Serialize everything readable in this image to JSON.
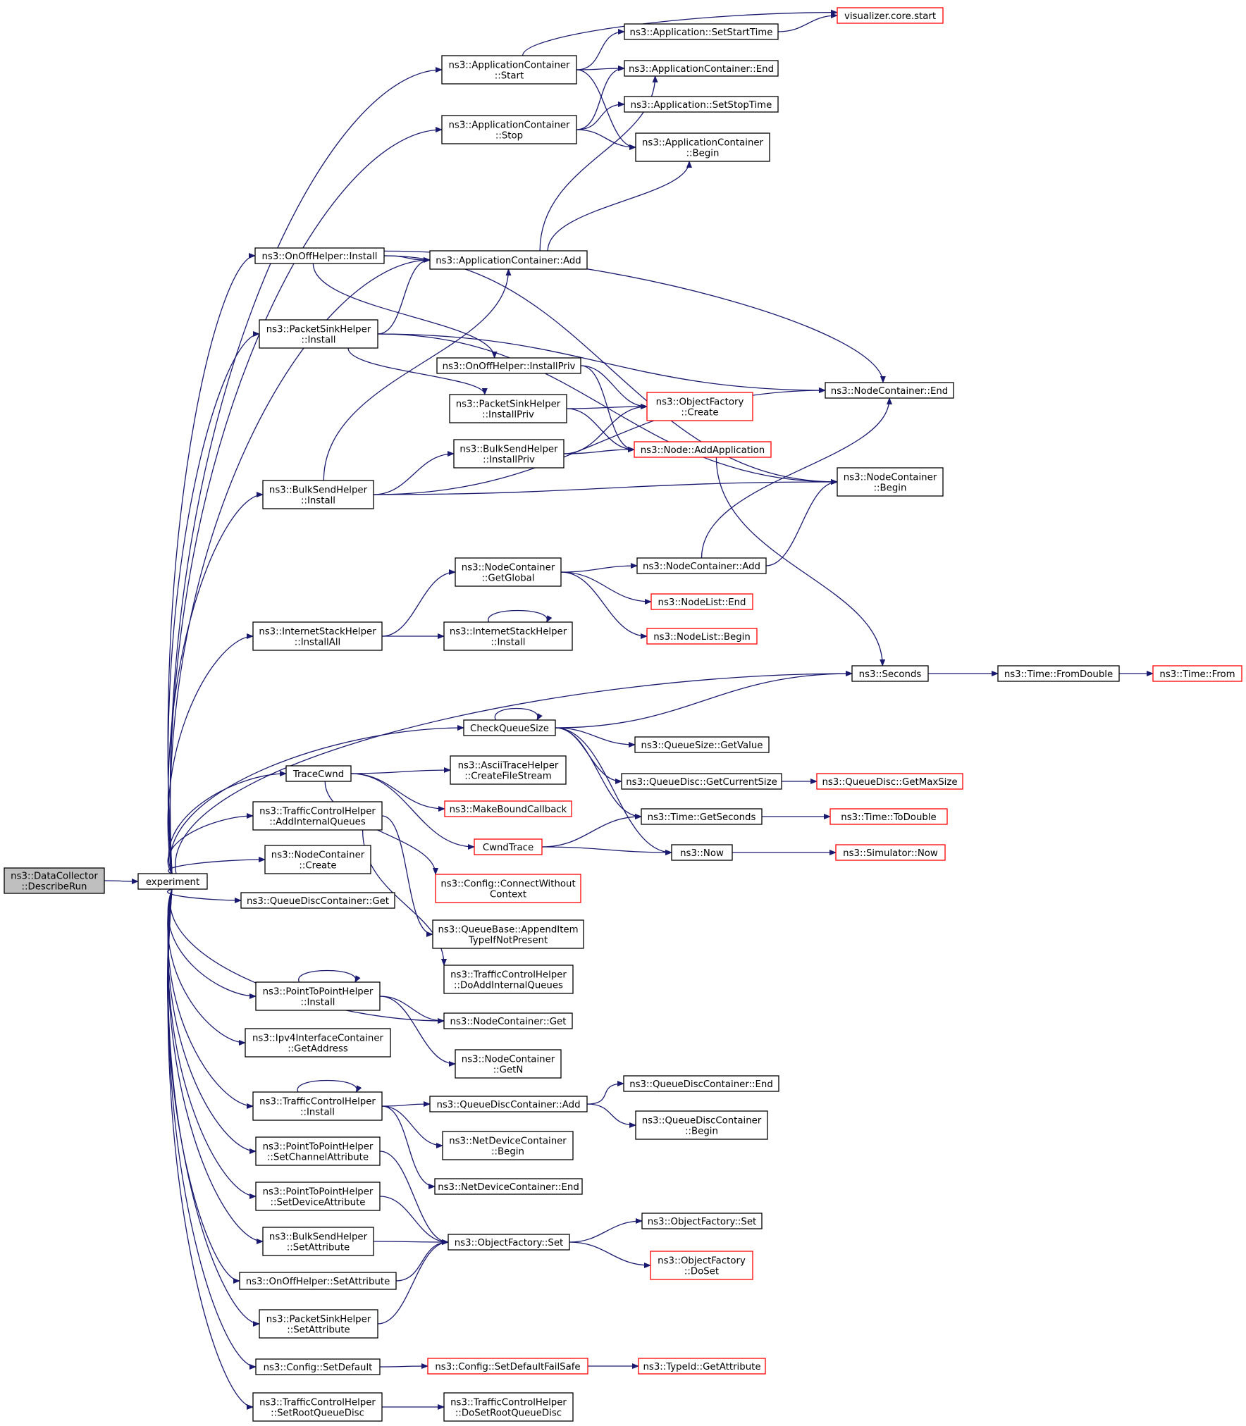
{
  "graph": {
    "nodes": [
      {
        "id": "describe",
        "lines": [
          "ns3::DataCollector",
          "::DescribeRun"
        ],
        "style": "current"
      },
      {
        "id": "experiment",
        "lines": [
          "experiment"
        ],
        "style": "normal"
      },
      {
        "id": "appc_start",
        "lines": [
          "ns3::ApplicationContainer",
          "::Start"
        ],
        "style": "normal"
      },
      {
        "id": "appc_stop",
        "lines": [
          "ns3::ApplicationContainer",
          "::Stop"
        ],
        "style": "normal"
      },
      {
        "id": "onoff_install",
        "lines": [
          "ns3::OnOffHelper::Install"
        ],
        "style": "normal"
      },
      {
        "id": "appc_add",
        "lines": [
          "ns3::ApplicationContainer::Add"
        ],
        "style": "normal"
      },
      {
        "id": "sink_install",
        "lines": [
          "ns3::PacketSinkHelper",
          "::Install"
        ],
        "style": "normal"
      },
      {
        "id": "onoff_installpriv",
        "lines": [
          "ns3::OnOffHelper::InstallPriv"
        ],
        "style": "normal"
      },
      {
        "id": "sink_installpriv",
        "lines": [
          "ns3::PacketSinkHelper",
          "::InstallPriv"
        ],
        "style": "normal"
      },
      {
        "id": "bulk_installpriv",
        "lines": [
          "ns3::BulkSendHelper",
          "::InstallPriv"
        ],
        "style": "normal"
      },
      {
        "id": "bulk_install",
        "lines": [
          "ns3::BulkSendHelper",
          "::Install"
        ],
        "style": "normal"
      },
      {
        "id": "nc_getglobal",
        "lines": [
          "ns3::NodeContainer",
          "::GetGlobal"
        ],
        "style": "normal"
      },
      {
        "id": "inet_installall",
        "lines": [
          "ns3::InternetStackHelper",
          "::InstallAll"
        ],
        "style": "normal"
      },
      {
        "id": "inet_install",
        "lines": [
          "ns3::InternetStackHelper",
          "::Install"
        ],
        "style": "normal"
      },
      {
        "id": "checkqueue",
        "lines": [
          "CheckQueueSize"
        ],
        "style": "normal"
      },
      {
        "id": "tracecwnd",
        "lines": [
          "TraceCwnd"
        ],
        "style": "normal"
      },
      {
        "id": "tch_addinternal",
        "lines": [
          "ns3::TrafficControlHelper",
          "::AddInternalQueues"
        ],
        "style": "normal"
      },
      {
        "id": "nc_create",
        "lines": [
          "ns3::NodeContainer",
          "::Create"
        ],
        "style": "normal"
      },
      {
        "id": "qdc_get",
        "lines": [
          "ns3::QueueDiscContainer::Get"
        ],
        "style": "normal"
      },
      {
        "id": "p2p_install",
        "lines": [
          "ns3::PointToPointHelper",
          "::Install"
        ],
        "style": "normal"
      },
      {
        "id": "ipv4_getaddr",
        "lines": [
          "ns3::Ipv4InterfaceContainer",
          "::GetAddress"
        ],
        "style": "normal"
      },
      {
        "id": "tch_install",
        "lines": [
          "ns3::TrafficControlHelper",
          "::Install"
        ],
        "style": "normal"
      },
      {
        "id": "p2p_setchan",
        "lines": [
          "ns3::PointToPointHelper",
          "::SetChannelAttribute"
        ],
        "style": "normal"
      },
      {
        "id": "p2p_setdev",
        "lines": [
          "ns3::PointToPointHelper",
          "::SetDeviceAttribute"
        ],
        "style": "normal"
      },
      {
        "id": "bulk_setattr",
        "lines": [
          "ns3::BulkSendHelper",
          "::SetAttribute"
        ],
        "style": "normal"
      },
      {
        "id": "onoff_setattr",
        "lines": [
          "ns3::OnOffHelper::SetAttribute"
        ],
        "style": "normal"
      },
      {
        "id": "sink_setattr",
        "lines": [
          "ns3::PacketSinkHelper",
          "::SetAttribute"
        ],
        "style": "normal"
      },
      {
        "id": "cfg_setdefault",
        "lines": [
          "ns3::Config::SetDefault"
        ],
        "style": "normal"
      },
      {
        "id": "tch_setroot",
        "lines": [
          "ns3::TrafficControlHelper",
          "::SetRootQueueDisc"
        ],
        "style": "normal"
      },
      {
        "id": "ascii_create",
        "lines": [
          "ns3::AsciiTraceHelper",
          "::CreateFileStream"
        ],
        "style": "normal"
      },
      {
        "id": "makebound",
        "lines": [
          "ns3::MakeBoundCallback"
        ],
        "style": "truncated"
      },
      {
        "id": "cwndtrace",
        "lines": [
          "CwndTrace"
        ],
        "style": "truncated"
      },
      {
        "id": "cfg_connect",
        "lines": [
          "ns3::Config::ConnectWithout",
          "Context"
        ],
        "style": "truncated"
      },
      {
        "id": "qb_append",
        "lines": [
          "ns3::QueueBase::AppendItem",
          "TypeIfNotPresent"
        ],
        "style": "normal"
      },
      {
        "id": "tch_doadd",
        "lines": [
          "ns3::TrafficControlHelper",
          "::DoAddInternalQueues"
        ],
        "style": "normal"
      },
      {
        "id": "nc_get",
        "lines": [
          "ns3::NodeContainer::Get"
        ],
        "style": "normal"
      },
      {
        "id": "nc_getn",
        "lines": [
          "ns3::NodeContainer",
          "::GetN"
        ],
        "style": "normal"
      },
      {
        "id": "qdc_add",
        "lines": [
          "ns3::QueueDiscContainer::Add"
        ],
        "style": "normal"
      },
      {
        "id": "ndc_begin",
        "lines": [
          "ns3::NetDeviceContainer",
          "::Begin"
        ],
        "style": "normal"
      },
      {
        "id": "ndc_end",
        "lines": [
          "ns3::NetDeviceContainer::End"
        ],
        "style": "normal"
      },
      {
        "id": "of_set",
        "lines": [
          "ns3::ObjectFactory::Set"
        ],
        "style": "normal"
      },
      {
        "id": "cfg_setdefaultfs",
        "lines": [
          "ns3::Config::SetDefaultFailSafe"
        ],
        "style": "truncated"
      },
      {
        "id": "tch_dosetroot",
        "lines": [
          "ns3::TrafficControlHelper",
          "::DoSetRootQueueDisc"
        ],
        "style": "normal"
      },
      {
        "id": "vis_start",
        "lines": [
          "visualizer.core.start"
        ],
        "style": "truncated"
      },
      {
        "id": "app_setstart",
        "lines": [
          "ns3::Application::SetStartTime"
        ],
        "style": "normal"
      },
      {
        "id": "appc_end",
        "lines": [
          "ns3::ApplicationContainer::End"
        ],
        "style": "normal"
      },
      {
        "id": "app_setstop",
        "lines": [
          "ns3::Application::SetStopTime"
        ],
        "style": "normal"
      },
      {
        "id": "appc_begin",
        "lines": [
          "ns3::ApplicationContainer",
          "::Begin"
        ],
        "style": "normal"
      },
      {
        "id": "of_create",
        "lines": [
          "ns3::ObjectFactory",
          "::Create"
        ],
        "style": "truncated"
      },
      {
        "id": "node_addapp",
        "lines": [
          "ns3::Node::AddApplication"
        ],
        "style": "truncated"
      },
      {
        "id": "nc_add",
        "lines": [
          "ns3::NodeContainer::Add"
        ],
        "style": "normal"
      },
      {
        "id": "nl_end",
        "lines": [
          "ns3::NodeList::End"
        ],
        "style": "truncated"
      },
      {
        "id": "nl_begin",
        "lines": [
          "ns3::NodeList::Begin"
        ],
        "style": "truncated"
      },
      {
        "id": "qs_getvalue",
        "lines": [
          "ns3::QueueSize::GetValue"
        ],
        "style": "normal"
      },
      {
        "id": "qd_getcur",
        "lines": [
          "ns3::QueueDisc::GetCurrentSize"
        ],
        "style": "normal"
      },
      {
        "id": "time_getsec",
        "lines": [
          "ns3::Time::GetSeconds"
        ],
        "style": "normal"
      },
      {
        "id": "now",
        "lines": [
          "ns3::Now"
        ],
        "style": "normal"
      },
      {
        "id": "qdc_end",
        "lines": [
          "ns3::QueueDiscContainer::End"
        ],
        "style": "normal"
      },
      {
        "id": "qdc_begin",
        "lines": [
          "ns3::QueueDiscContainer",
          "::Begin"
        ],
        "style": "normal"
      },
      {
        "id": "of_set2",
        "lines": [
          "ns3::ObjectFactory::Set"
        ],
        "style": "normal"
      },
      {
        "id": "of_doset",
        "lines": [
          "ns3::ObjectFactory",
          "::DoSet"
        ],
        "style": "truncated"
      },
      {
        "id": "typeid_getattr",
        "lines": [
          "ns3::TypeId::GetAttribute"
        ],
        "style": "truncated"
      },
      {
        "id": "nc_end",
        "lines": [
          "ns3::NodeContainer::End"
        ],
        "style": "normal"
      },
      {
        "id": "nc_begin",
        "lines": [
          "ns3::NodeContainer",
          "::Begin"
        ],
        "style": "normal"
      },
      {
        "id": "seconds",
        "lines": [
          "ns3::Seconds"
        ],
        "style": "normal"
      },
      {
        "id": "qd_getmax",
        "lines": [
          "ns3::QueueDisc::GetMaxSize"
        ],
        "style": "truncated"
      },
      {
        "id": "time_todouble",
        "lines": [
          "ns3::Time::ToDouble"
        ],
        "style": "truncated"
      },
      {
        "id": "sim_now",
        "lines": [
          "ns3::Simulator::Now"
        ],
        "style": "truncated"
      },
      {
        "id": "time_fromdouble",
        "lines": [
          "ns3::Time::FromDouble"
        ],
        "style": "normal"
      },
      {
        "id": "time_from",
        "lines": [
          "ns3::Time::From"
        ],
        "style": "truncated"
      }
    ],
    "edges": [
      [
        "describe",
        "experiment"
      ],
      [
        "experiment",
        "appc_start"
      ],
      [
        "experiment",
        "appc_stop"
      ],
      [
        "experiment",
        "onoff_install"
      ],
      [
        "experiment",
        "appc_add"
      ],
      [
        "experiment",
        "sink_install"
      ],
      [
        "experiment",
        "bulk_install"
      ],
      [
        "experiment",
        "inet_installall"
      ],
      [
        "experiment",
        "seconds"
      ],
      [
        "experiment",
        "checkqueue"
      ],
      [
        "experiment",
        "tracecwnd"
      ],
      [
        "experiment",
        "tch_addinternal"
      ],
      [
        "experiment",
        "nc_create"
      ],
      [
        "experiment",
        "qdc_get"
      ],
      [
        "experiment",
        "nc_get"
      ],
      [
        "experiment",
        "p2p_install"
      ],
      [
        "experiment",
        "ipv4_getaddr"
      ],
      [
        "experiment",
        "tch_install"
      ],
      [
        "experiment",
        "p2p_setchan"
      ],
      [
        "experiment",
        "p2p_setdev"
      ],
      [
        "experiment",
        "bulk_setattr"
      ],
      [
        "experiment",
        "onoff_setattr"
      ],
      [
        "experiment",
        "sink_setattr"
      ],
      [
        "experiment",
        "cfg_setdefault"
      ],
      [
        "experiment",
        "tch_setroot"
      ],
      [
        "appc_start",
        "vis_start"
      ],
      [
        "appc_start",
        "app_setstart"
      ],
      [
        "appc_start",
        "appc_end"
      ],
      [
        "appc_start",
        "appc_begin"
      ],
      [
        "app_setstart",
        "vis_start"
      ],
      [
        "appc_stop",
        "appc_end"
      ],
      [
        "appc_stop",
        "app_setstop"
      ],
      [
        "appc_stop",
        "appc_begin"
      ],
      [
        "onoff_install",
        "appc_add"
      ],
      [
        "onoff_install",
        "nc_end"
      ],
      [
        "onoff_install",
        "nc_begin"
      ],
      [
        "onoff_install",
        "onoff_installpriv"
      ],
      [
        "appc_add",
        "appc_end"
      ],
      [
        "appc_add",
        "appc_begin"
      ],
      [
        "sink_install",
        "appc_add"
      ],
      [
        "sink_install",
        "nc_end"
      ],
      [
        "sink_install",
        "nc_begin"
      ],
      [
        "sink_install",
        "sink_installpriv"
      ],
      [
        "onoff_installpriv",
        "of_create"
      ],
      [
        "onoff_installpriv",
        "node_addapp"
      ],
      [
        "sink_installpriv",
        "of_create"
      ],
      [
        "sink_installpriv",
        "node_addapp"
      ],
      [
        "bulk_installpriv",
        "of_create"
      ],
      [
        "bulk_installpriv",
        "node_addapp"
      ],
      [
        "node_addapp",
        "seconds"
      ],
      [
        "bulk_install",
        "appc_add"
      ],
      [
        "bulk_install",
        "bulk_installpriv"
      ],
      [
        "bulk_install",
        "nc_end"
      ],
      [
        "bulk_install",
        "nc_begin"
      ],
      [
        "nc_getglobal",
        "nc_add"
      ],
      [
        "nc_getglobal",
        "nl_end"
      ],
      [
        "nc_getglobal",
        "nl_begin"
      ],
      [
        "nc_add",
        "nc_end"
      ],
      [
        "nc_add",
        "nc_begin"
      ],
      [
        "inet_installall",
        "nc_getglobal"
      ],
      [
        "inet_installall",
        "inet_install"
      ],
      [
        "inet_install",
        "inet_install"
      ],
      [
        "seconds",
        "time_fromdouble"
      ],
      [
        "time_fromdouble",
        "time_from"
      ],
      [
        "checkqueue",
        "checkqueue"
      ],
      [
        "checkqueue",
        "seconds"
      ],
      [
        "checkqueue",
        "qs_getvalue"
      ],
      [
        "checkqueue",
        "qd_getcur"
      ],
      [
        "checkqueue",
        "time_getsec"
      ],
      [
        "checkqueue",
        "now"
      ],
      [
        "qd_getcur",
        "qd_getmax"
      ],
      [
        "time_getsec",
        "time_todouble"
      ],
      [
        "now",
        "sim_now"
      ],
      [
        "tracecwnd",
        "ascii_create"
      ],
      [
        "tracecwnd",
        "makebound"
      ],
      [
        "tracecwnd",
        "cwndtrace"
      ],
      [
        "tracecwnd",
        "cfg_connect"
      ],
      [
        "cwndtrace",
        "time_getsec"
      ],
      [
        "cwndtrace",
        "now"
      ],
      [
        "tch_addinternal",
        "qb_append"
      ],
      [
        "tch_addinternal",
        "tch_doadd"
      ],
      [
        "p2p_install",
        "p2p_install"
      ],
      [
        "p2p_install",
        "nc_get"
      ],
      [
        "p2p_install",
        "nc_getn"
      ],
      [
        "tch_install",
        "tch_install"
      ],
      [
        "tch_install",
        "qdc_add"
      ],
      [
        "tch_install",
        "ndc_begin"
      ],
      [
        "tch_install",
        "ndc_end"
      ],
      [
        "qdc_add",
        "qdc_end"
      ],
      [
        "qdc_add",
        "qdc_begin"
      ],
      [
        "p2p_setchan",
        "of_set"
      ],
      [
        "p2p_setdev",
        "of_set"
      ],
      [
        "bulk_setattr",
        "of_set"
      ],
      [
        "onoff_setattr",
        "of_set"
      ],
      [
        "sink_setattr",
        "of_set"
      ],
      [
        "of_set",
        "of_set2"
      ],
      [
        "of_set",
        "of_doset"
      ],
      [
        "cfg_setdefault",
        "cfg_setdefaultfs"
      ],
      [
        "cfg_setdefaultfs",
        "typeid_getattr"
      ],
      [
        "tch_setroot",
        "tch_dosetroot"
      ]
    ]
  }
}
